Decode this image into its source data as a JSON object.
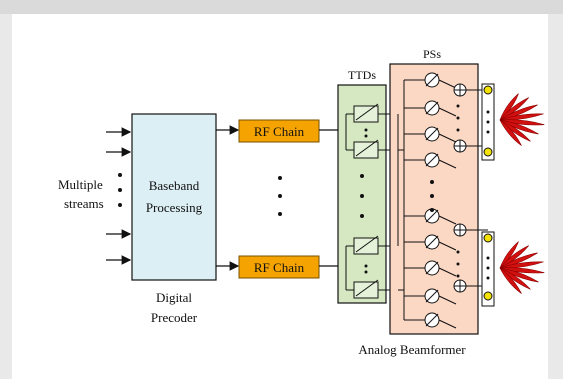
{
  "labels": {
    "input": [
      "Multiple",
      "streams"
    ],
    "baseband": [
      "Baseband",
      "Processing"
    ],
    "digital": [
      "Digital",
      "Precoder"
    ],
    "rf_chain": "RF Chain",
    "ttds": "TTDs",
    "pss": "PSs",
    "analog": "Analog Beamformer"
  },
  "colors": {
    "baseband_fill": "#dceff5",
    "rf_fill": "#f4a300",
    "ttd_fill": "#d6e8c2",
    "ps_fill": "#fbd8c4",
    "antenna_dot": "#f3e200",
    "beam": "#d21010"
  }
}
